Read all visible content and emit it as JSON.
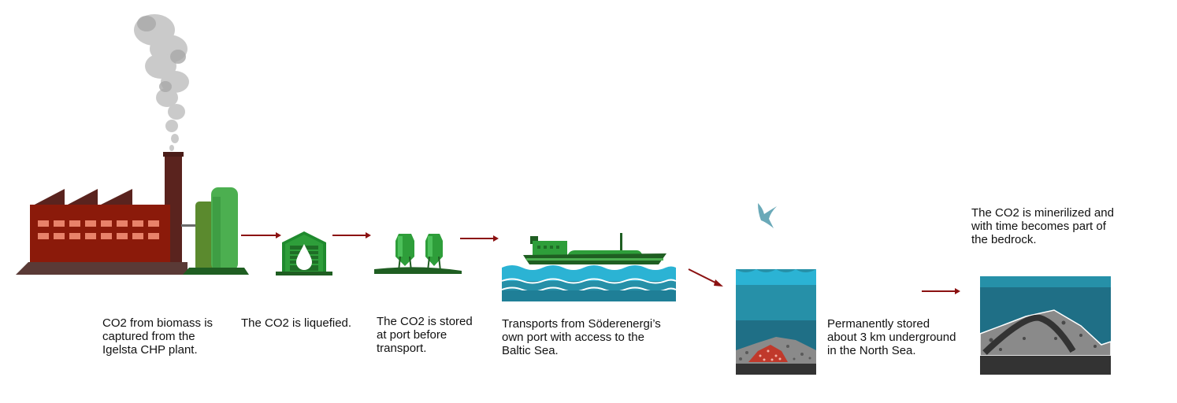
{
  "captions": {
    "capture": "CO2 from biomass is\ncaptured from the\nIgelsta CHP plant.",
    "liquefy": "The CO2 is liquefied.",
    "store_port": "The CO2 is stored\nat port before\ntransport.",
    "transport": "Transports from Söderenergi’s\nown port with access to the\nBaltic Sea.",
    "permanent": "Permanently stored\nabout 3 km underground\nin the North Sea.",
    "mineralize": "The CO2 is minerilized and\nwith time becomes part of\nthe bedrock."
  },
  "colors": {
    "factory_red": "#8b1a0a",
    "factory_window": "#e8826a",
    "chimney": "#5a231e",
    "tank_green": "#4caf50",
    "dark_green": "#1f5e22",
    "arrow": "#8b1111",
    "sea_light": "#2bb3d4",
    "sea_mid": "#2690a8",
    "sea_dark": "#1f6f86",
    "rock": "#8a8a8a",
    "rock_dark": "#333333",
    "co2_red": "#c0392b"
  },
  "icons": {
    "factory": "factory-icon",
    "smoke": "smoke-icon",
    "liquefier": "liquefaction-building-icon",
    "silos": "storage-silos-icon",
    "ship": "ship-icon",
    "seagull": "seagull-icon",
    "seabed": "seabed-storage-icon",
    "bedrock": "bedrock-icon"
  }
}
